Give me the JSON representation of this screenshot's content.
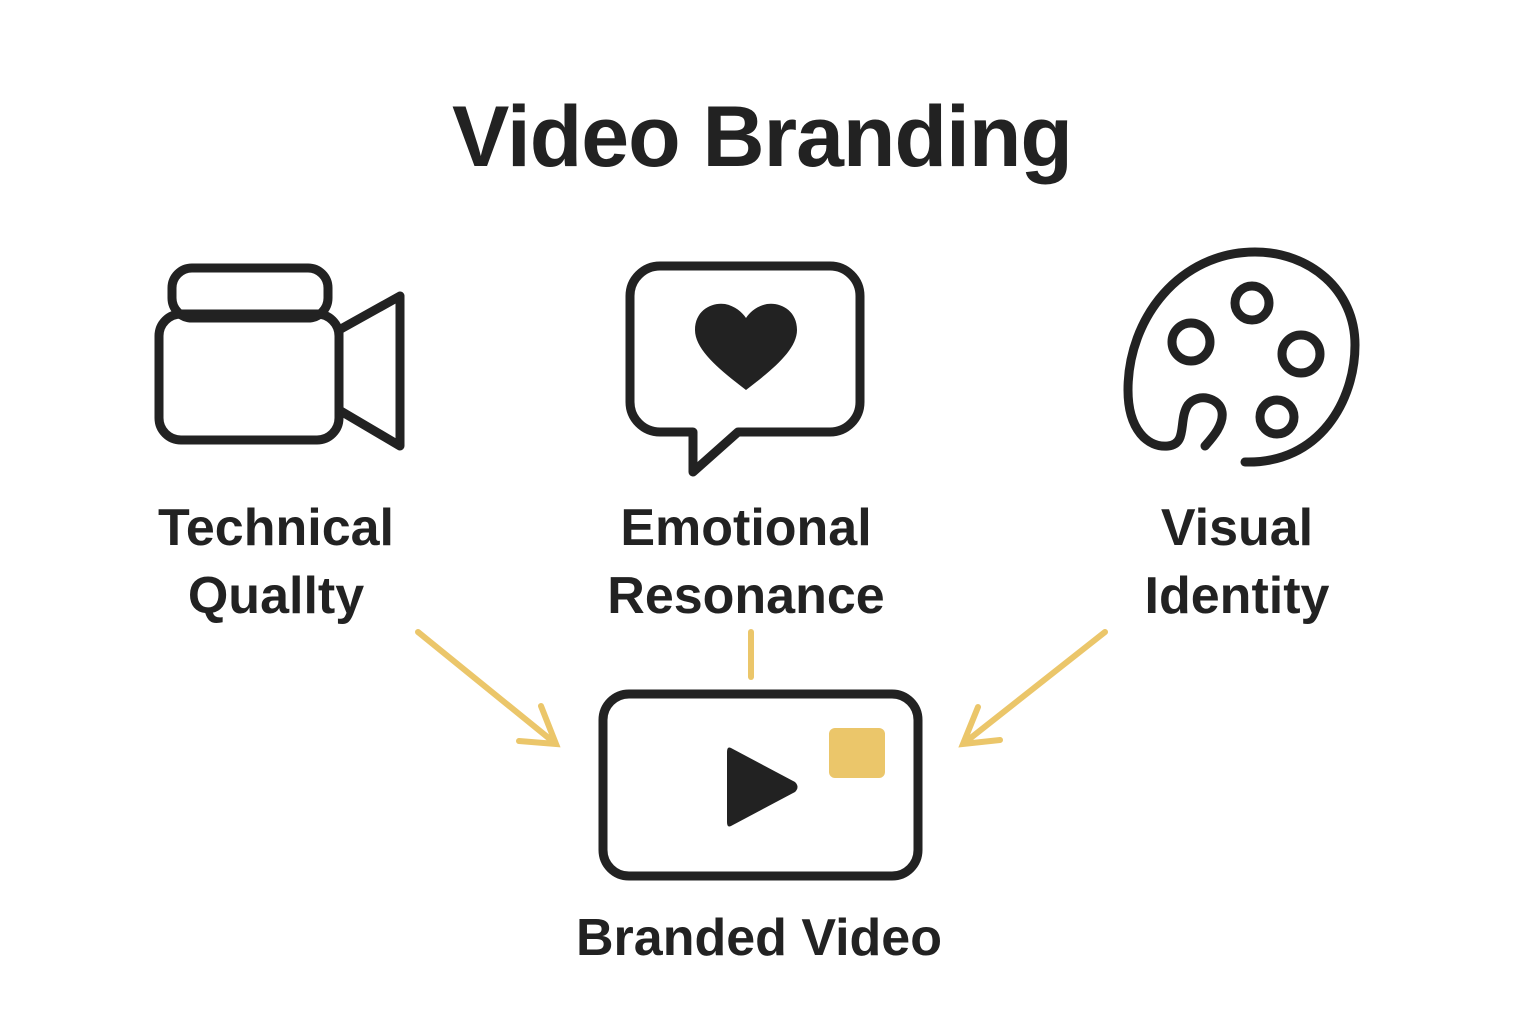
{
  "title": "Video Branding",
  "nodes": [
    {
      "line1": "Technical",
      "line2": "Quallty",
      "icon": "video-camera-icon"
    },
    {
      "line1": "Emotional",
      "line2": "Resonance",
      "icon": "heart-speech-bubble-icon"
    },
    {
      "line1": "Visual",
      "line2": "Identity",
      "icon": "paint-palette-icon"
    }
  ],
  "result": {
    "label": "Branded Video",
    "icon": "video-player-icon"
  },
  "colors": {
    "ink": "#222222",
    "accent": "#EBC66A"
  }
}
